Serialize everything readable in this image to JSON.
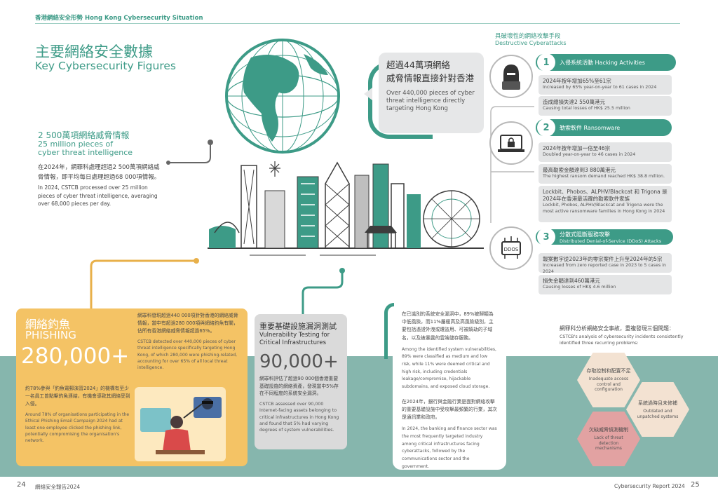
{
  "header": {
    "section_label": "香港網絡安全形勢 Hong Kong Cybersecurity Situation"
  },
  "key_figures": {
    "title_zh": "主要網絡安全數據",
    "title_en": "Key Cybersecurity Figures"
  },
  "threat_intel": {
    "title_zh": "超過44萬項網絡",
    "title_zh2": "威脅情報直接針對香港",
    "desc_en": "Over 440,000 pieces of cyber threat intelligence directly targeting Hong Kong"
  },
  "cyber_intel_25m": {
    "headline_zh": "2 500萬項網絡威脅情報",
    "headline_en1": "25 million pieces of",
    "headline_en2": "cyber threat intelligence",
    "body_zh": "在2024年，網罪科處理超過2 500萬項網絡威脅情報，即平均每日處理超過68 000項情報。",
    "body_en": "In 2024, CSTCB processed over 25 million pieces of cyber threat intelligence, averaging over 68,000 pieces per day."
  },
  "destructive": {
    "title_zh": "具破壞性的網絡攻擊手段",
    "title_en": "Destructive Cyberattacks",
    "items": [
      {
        "num": "1",
        "label": "入侵系統活動 Hacking Activities",
        "label_sub": "",
        "facts": [
          {
            "zh": "2024年按年增加65%至61宗",
            "en": "Increased by 65% year-on-year to 61 cases in 2024"
          },
          {
            "zh": "造成總損失達2 550萬港元",
            "en": "Causing total losses of HK$ 25.5 million"
          }
        ]
      },
      {
        "num": "2",
        "label": "勒索軟件 Ransomware",
        "label_sub": "",
        "facts": [
          {
            "zh": "2024年按年增加一倍至46宗",
            "en": "Doubled year-on-year to 46 cases in 2024"
          },
          {
            "zh": "最高勒索金額達到3 880萬港元",
            "en": "The highest ransom demand reached HK$ 38.8 million."
          },
          {
            "zh": "Lockbit、Phobos、ALPHV/Blackcat 和 Trigona 是2024年在香港最活躍的勒索軟件家族",
            "en": "Lockbit, Phobos, ALPHV/Blackcat and Trigona were the most active ransomware families in Hong Kong in 2024"
          }
        ]
      },
      {
        "num": "3",
        "label": "分散式阻斷服務攻擊",
        "label_sub": "Distributed Denial-of-Service (DDoS) Attacks",
        "facts": [
          {
            "zh": "報案數字從2023年的零宗案件上升至2024年的5宗",
            "en": "Increased from zero reported case in 2023 to 5 cases in 2024"
          },
          {
            "zh": "損失金額達到460萬港元",
            "en": "Causing losses of HK$ 4.6 million"
          }
        ]
      }
    ]
  },
  "phishing": {
    "title_zh": "網絡釣魚",
    "title_en": "PHISHING",
    "big_number": "280,000+",
    "right_zh": "網罪科發現超過440 000項針對香港的網絡威脅情報，當中有超過280 000項與網絡釣魚有關，佔所有香港網絡威脅情報超過65%。",
    "right_en": "CSTCB detected over 440,000 pieces of cyber threat intelligence specifically targeting Hong Kong, of which 280,000 were phishing-related, accounting for over 65% of all local threat intelligence.",
    "left_zh": "約78%參與「釣魚電郵演習2024」的機構有至少一名員工曾點擊釣魚連結，有機會導致其網絡受到入侵。",
    "left_en": "Around 78% of organisations participating in the Ethical Phishing Email Campaign 2024 had at least one employee clicked the phishing link, potentially compromising the organisation's network."
  },
  "vulnerability": {
    "title_zh": "重要基礎設施漏洞測試",
    "title_en1": "Vulnerability Testing for",
    "title_en2": "Critical Infrastructures",
    "big_number": "90,000+",
    "body_zh": "網罪科評估了超過90 000個香港重要基礎設施的網絡資產，發現當中5%存在不同程度的系統安全漏洞。",
    "body_en": "CSTCB assessed over 90,000 Internet-facing assets belonging to critical infrastructures in Hong Kong and found that 5% had varying degrees of system vulnerabilities."
  },
  "vuln_analysis": {
    "zh1": "在已識別的系統安全漏洞中，89%被歸類為中低風險，而11%屬極高及高風險級別，主要包括憑證外洩或遭盜用、可被騎劫的子域名，以及被暴露的雲端儲存服務。",
    "en1": "Among the identified system vulnerabilities, 89% were classified as medium and low risk, while 11% were deemed critical and high risk, including credentials leakage/compromise, hijackable subdomains, and exposed cloud storage.",
    "zh2": "在2024年，銀行與金融行業是面對網絡攻擊的重要基礎設施中受攻擊最頻繁的行業，其次是通訊業和政府。",
    "en2": "In 2024, the banking and finance sector was the most frequently targeted industry among critical infrastructures facing cyberattacks, followed by the communications sector and the government."
  },
  "csa": {
    "title_zh": "網罪科分析網絡安全事故，重複發現三個問題：",
    "title_en": "CSTCB's analysis of cybersecurity incidents consistently identified three recurring problems:",
    "problems": [
      {
        "zh": "存取控制和配置不足",
        "en": "Inadequate access control and configuration"
      },
      {
        "zh": "系統過時且未修補",
        "en": "Outdated and unpatched systems"
      },
      {
        "zh": "欠缺威脅偵測機制",
        "en": "Lack of threat detection mechanisms"
      }
    ]
  },
  "footer": {
    "left_page": "24",
    "left_title": "網絡安全報告2024",
    "right_title": "Cybersecurity Report 2024",
    "right_page": "25"
  },
  "icons": {
    "hacker": "hacker-icon",
    "ransomware": "laptop-lock-icon",
    "ddos": "ddos-server-icon"
  },
  "colors": {
    "teal": "#3d9b87",
    "yellow": "#f4c365",
    "teal_band": "#86b6ad"
  }
}
